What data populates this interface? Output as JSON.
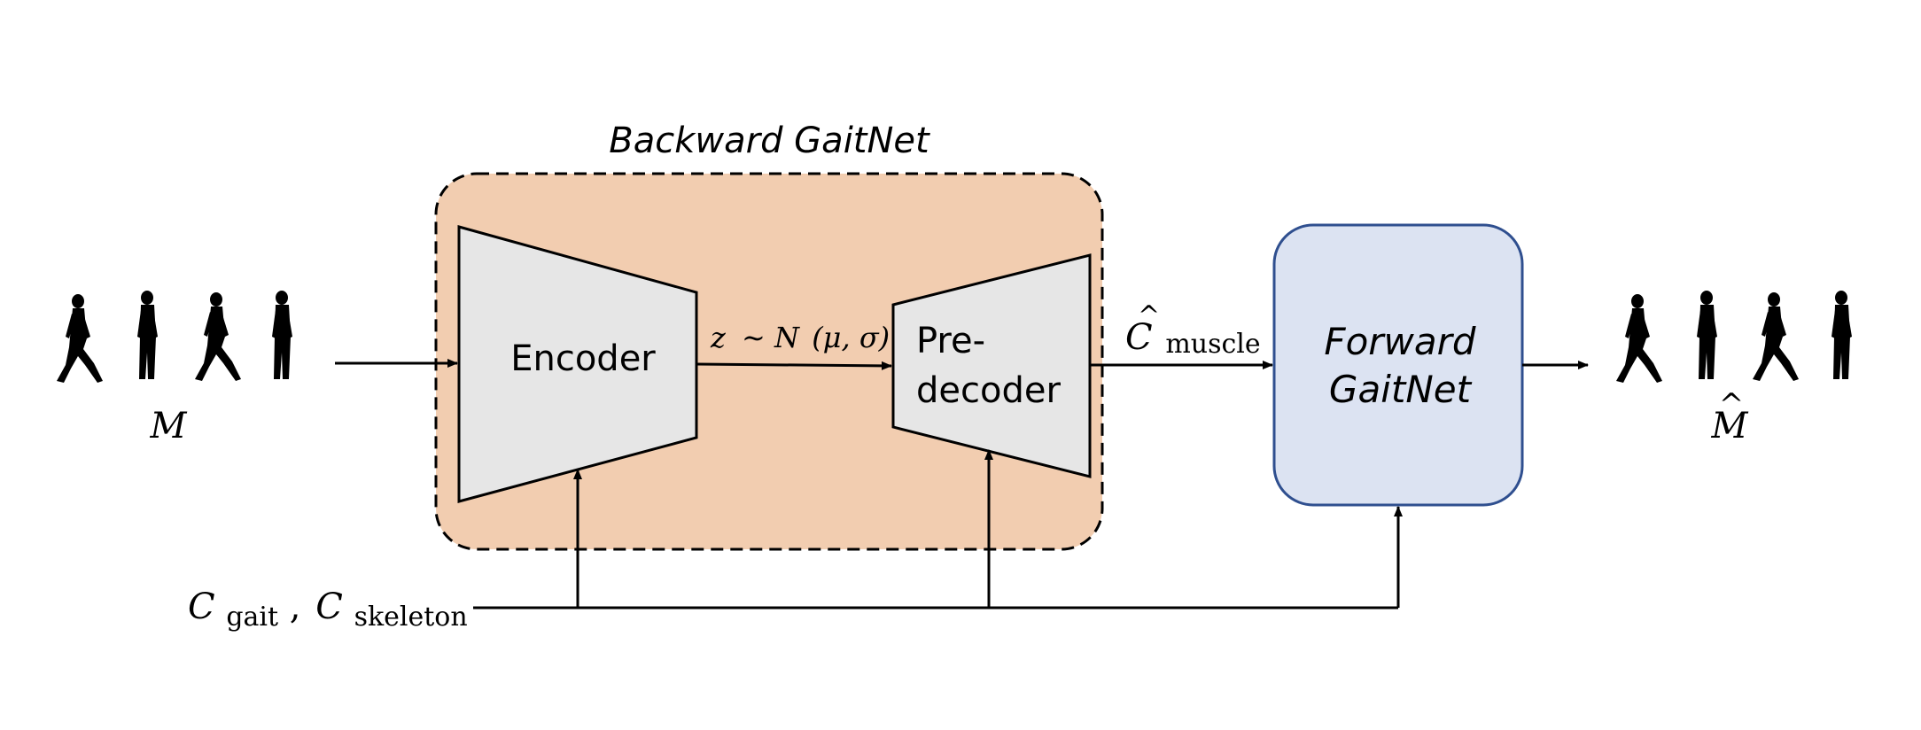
{
  "backward_gaitnet": {
    "title": "Backward GaitNet",
    "fill_color": "#F2CDB0",
    "encoder_label": "Encoder",
    "predecoder_label_line1": "Pre-",
    "predecoder_label_line2": "decoder",
    "block_fill_color": "#E6E6E6"
  },
  "latent": {
    "var": "z",
    "dist": "∼ N",
    "params": "(μ, σ)"
  },
  "forward_gaitnet": {
    "label_line1": "Forward",
    "label_line2": "GaitNet",
    "fill_color": "#DCE3F2",
    "border_color": "#2F4F8F"
  },
  "input_motion": {
    "label": "M",
    "icon": "walking-figures-icon"
  },
  "output_motion": {
    "label": "M",
    "hat": "^",
    "icon": "walking-figures-icon"
  },
  "muscle_condition": {
    "symbol": "C",
    "hat": "^",
    "subscript": "muscle"
  },
  "conditions": {
    "symbol": "C",
    "sub_gait": "gait",
    "separator": ",",
    "sub_skeleton": "skeleton"
  }
}
